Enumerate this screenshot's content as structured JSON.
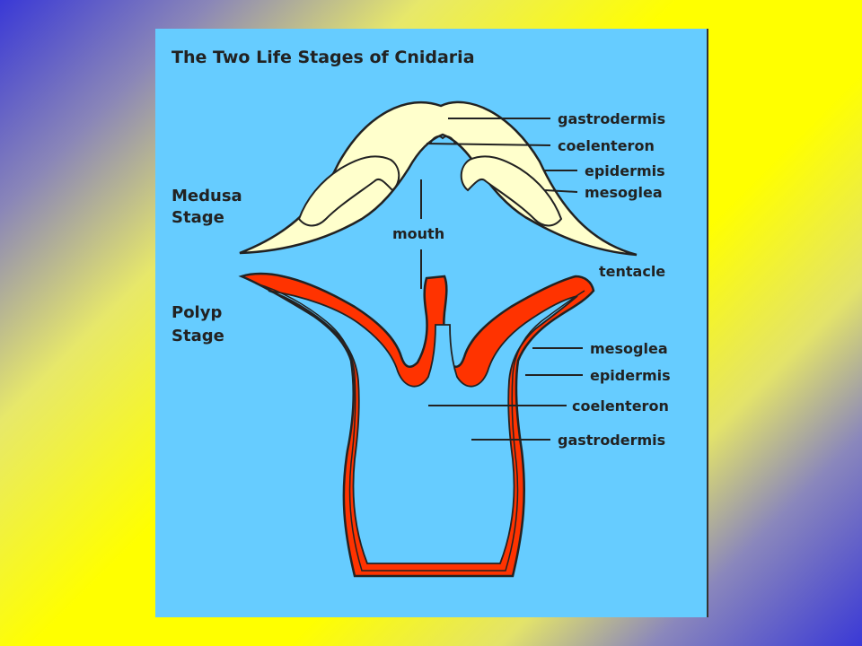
{
  "title": "The Two Life Stages of Cnidaria",
  "stages": {
    "medusa": [
      "Medusa",
      "Stage"
    ],
    "polyp": [
      "Polyp",
      "Stage"
    ]
  },
  "medusa_labels": [
    "gastrodermis",
    "coelenteron",
    "epidermis",
    "mesoglea"
  ],
  "shared_labels": {
    "mouth": "mouth",
    "tentacle": "tentacle"
  },
  "polyp_labels": [
    "mesoglea",
    "epidermis",
    "coelenteron",
    "gastrodermis"
  ],
  "colors": {
    "background_panel": "#66ccff",
    "medusa_fill": "#ffffcc",
    "polyp_fill": "#ff3300",
    "outline": "#222222"
  }
}
